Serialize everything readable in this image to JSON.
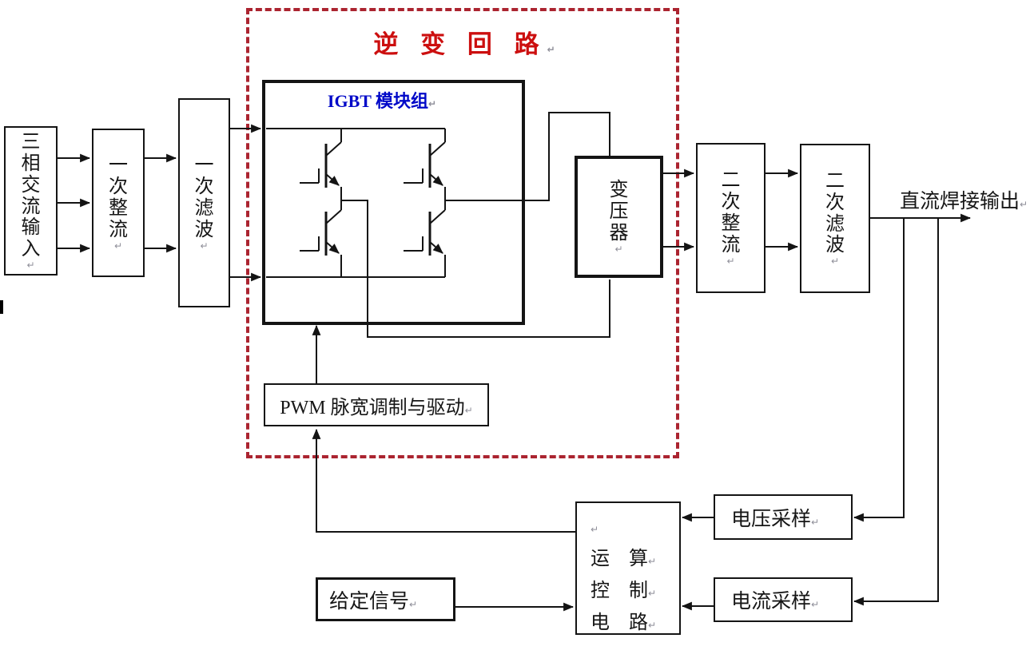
{
  "diagram": {
    "region_title": "逆 变 回 路",
    "dc_output_label": "直流焊接输出"
  },
  "blocks": {
    "three_phase_input": {
      "label": "三相交流输入"
    },
    "primary_rectifier": {
      "label": "一次整流"
    },
    "primary_filter": {
      "label": "一次滤波"
    },
    "igbt_module": {
      "label": "IGBT 模块组"
    },
    "transformer": {
      "label": "变压器"
    },
    "secondary_rectifier": {
      "label": "二次整流"
    },
    "secondary_filter": {
      "label": "二次滤波"
    },
    "pwm_driver": {
      "label": "PWM 脉宽调制与驱动"
    },
    "control_circuit": {
      "line1": "运　算",
      "line2": "控　制",
      "line3": "电　路"
    },
    "given_signal": {
      "label": "给定信号"
    },
    "voltage_sampling": {
      "label": "电压采样"
    },
    "current_sampling": {
      "label": "电流采样"
    }
  },
  "annotations": {
    "paragraph_mark": "↵"
  },
  "colors": {
    "line_black": "#141414",
    "dashed_red": "#ab2430",
    "title_red": "#cc0f0f",
    "igbt_blue": "#0008c8",
    "background": "#ffffff",
    "mark_gray": "#8e8e98"
  }
}
